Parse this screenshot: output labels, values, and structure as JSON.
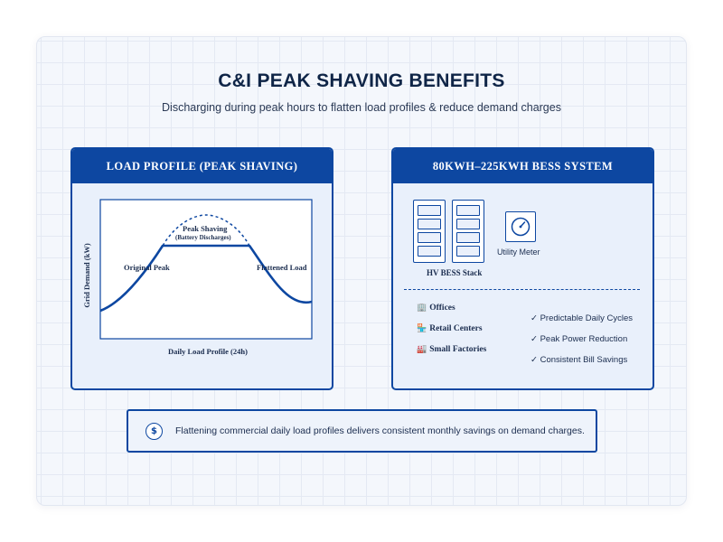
{
  "header": {
    "title": "C&I PEAK SHAVING BENEFITS",
    "subtitle": "Discharging during peak hours to flatten load profiles & reduce demand charges"
  },
  "load_panel": {
    "title": "LOAD PROFILE (PEAK SHAVING)",
    "y_axis_label": "Grid Demand (kW)",
    "x_axis_label": "Daily Load Profile (24h)",
    "peak_label": "Peak Shaving",
    "peak_sublabel": "(Battery Discharges)",
    "original_label": "Original Peak",
    "flattened_label": "Flattened Load"
  },
  "bess_panel": {
    "title": "80KWH–225KWH BESS SYSTEM",
    "stack_label": "HV BESS Stack",
    "meter_label": "Utility Meter",
    "sites": [
      {
        "icon": "building-icon",
        "glyph": "🏢",
        "label": "Offices"
      },
      {
        "icon": "store-icon",
        "glyph": "🏪",
        "label": "Retail Centers"
      },
      {
        "icon": "factory-icon",
        "glyph": "🏭",
        "label": "Small Factories"
      }
    ],
    "benefits": [
      "✓ Predictable Daily Cycles",
      "✓ Peak Power Reduction",
      "✓ Consistent Bill Savings"
    ]
  },
  "callout": {
    "icon": "dollar-icon",
    "glyph": "$",
    "text": "Flattening commercial daily load profiles delivers consistent monthly savings on demand charges."
  },
  "colors": {
    "primary": "#0d47a1",
    "text": "#1b2d4f",
    "panel_bg": "#e9f0fb"
  }
}
